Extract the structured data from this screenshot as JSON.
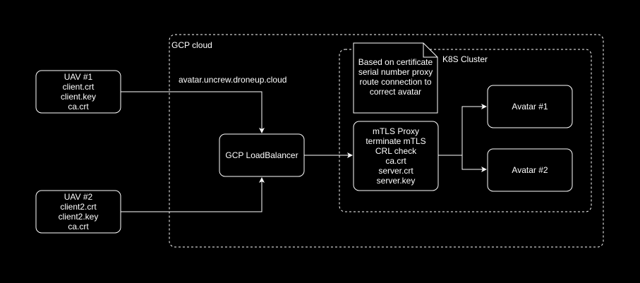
{
  "colors": {
    "background": "#000000",
    "stroke": "#ffffff",
    "text": "#ffffff"
  },
  "groups": {
    "gcp_cloud": "GCP cloud",
    "k8s_cluster": "K8S Cluster"
  },
  "nodes": {
    "uav1": [
      "UAV #1",
      "client.crt",
      "client.key",
      "ca.crt"
    ],
    "uav2": [
      "UAV #2",
      "client2.crt",
      "client2.key",
      "ca.crt"
    ],
    "load_balancer": [
      "GCP LoadBalancer"
    ],
    "mtls_proxy": [
      "mTLS Proxy",
      "terminate mTLS",
      "CRL check",
      "ca.crt",
      "server.crt",
      "server.key"
    ],
    "avatar1": [
      "Avatar #1"
    ],
    "avatar2": [
      "Avatar #2"
    ]
  },
  "note": [
    "Based on certificate",
    "serial number proxy",
    "route connection to",
    "correct avatar"
  ],
  "edge_labels": {
    "uav1_to_lb": "avatar.uncrew.droneup.cloud"
  }
}
